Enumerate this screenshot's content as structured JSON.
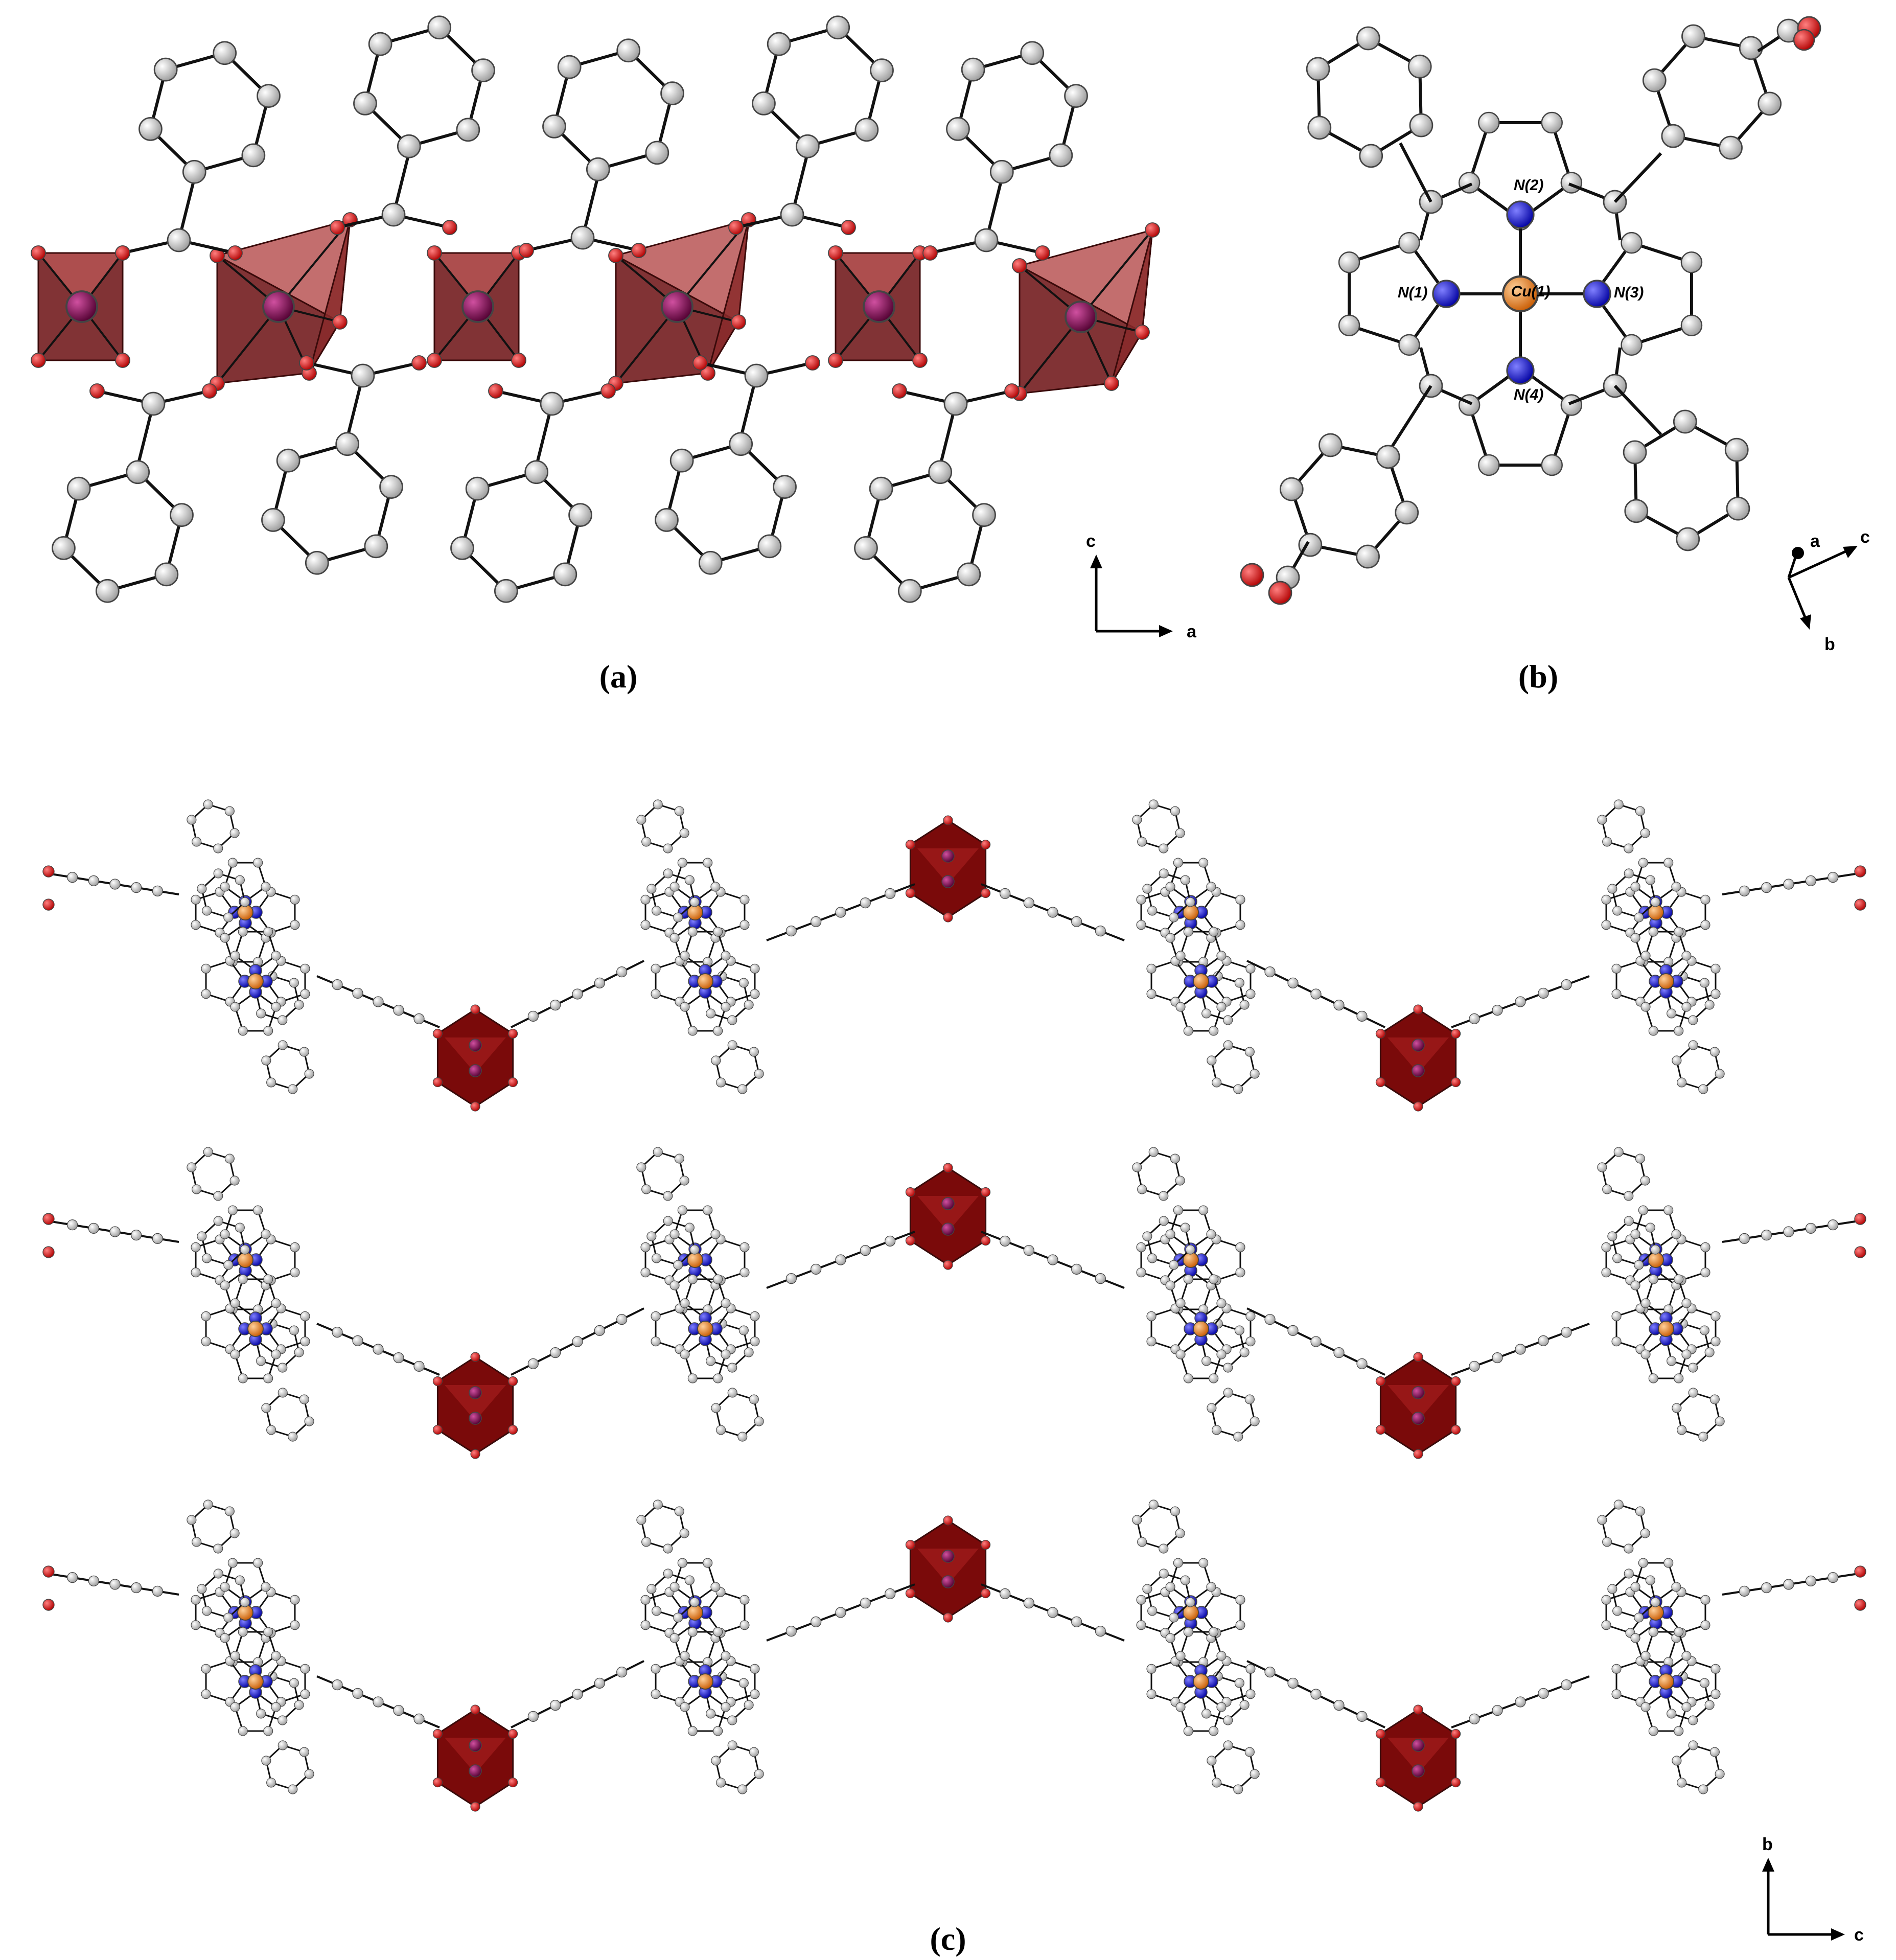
{
  "panels": {
    "a": {
      "caption": "(a)",
      "axes": {
        "vertical": "c",
        "horizontal": "a"
      }
    },
    "b": {
      "caption": "(b)",
      "axes": {
        "a": "a",
        "b": "b",
        "c": "c"
      },
      "atom_labels": {
        "metal": "Cu(1)",
        "n1": "N(1)",
        "n2": "N(2)",
        "n3": "N(3)",
        "n4": "N(4)"
      }
    },
    "c": {
      "caption": "(c)",
      "axes": {
        "vertical": "b",
        "horizontal": "c"
      }
    }
  },
  "colors": {
    "carbon": "#d4d4d4",
    "oxygen": "#e01010",
    "nitrogen": "#1010e8",
    "copper": "#f08a20",
    "metal_center": "#8a0f55",
    "polyhedron_light": "#b85555",
    "polyhedron_dark": "#6b0f12",
    "bond": "#111111"
  }
}
